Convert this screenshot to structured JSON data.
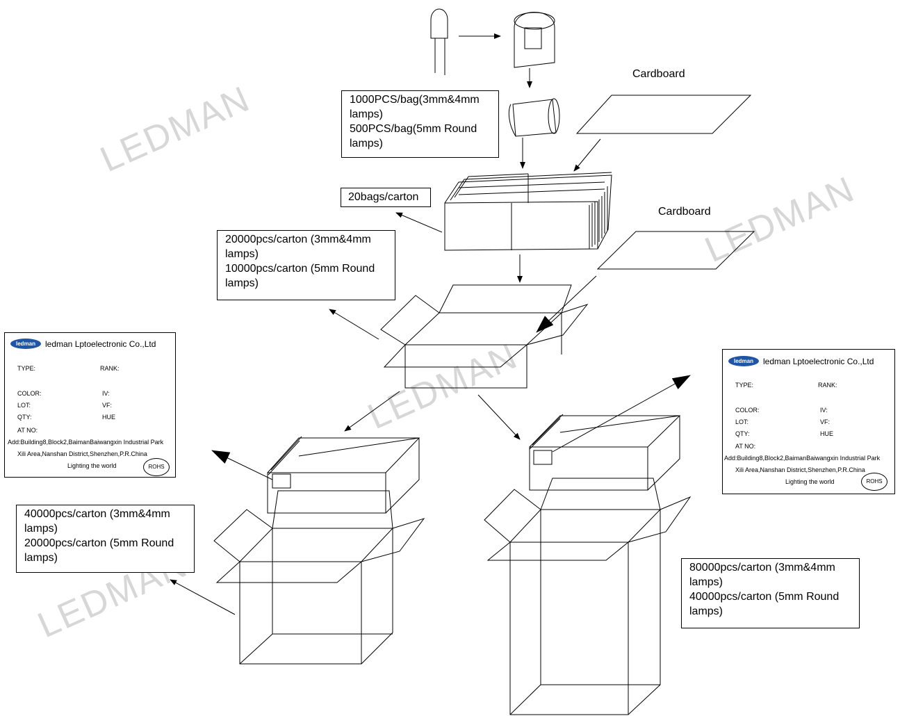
{
  "watermark": "LEDMAN",
  "cardboard_label": "Cardboard",
  "bag_box": {
    "lines": [
      "1000PCS/bag(3mm&4mm",
      "lamps)",
      "500PCS/bag(5mm  Round",
      "lamps)"
    ]
  },
  "bags_per_carton": "20bags/carton",
  "carton1_box": {
    "lines": [
      "20000pcs/carton (3mm&4mm",
      "lamps)",
      "10000pcs/carton (5mm Round",
      "lamps)"
    ]
  },
  "carton2_box": {
    "lines": [
      "40000pcs/carton (3mm&4mm",
      "lamps)",
      "20000pcs/carton (5mm Round",
      "lamps)"
    ]
  },
  "carton3_box": {
    "lines": [
      "80000pcs/carton (3mm&4mm",
      "lamps)",
      "40000pcs/carton (5mm Round",
      "lamps)"
    ]
  },
  "shipping_label": {
    "logo_text": "ledman",
    "company": "ledman Lptoelectronic Co.,Ltd",
    "type": "TYPE:",
    "rank": "RANK:",
    "color": "COLOR:",
    "iv": "IV:",
    "lot": "LOT:",
    "vf": "VF:",
    "qty": "QTY:",
    "hue": "HUE",
    "at_no": "AT NO:",
    "address1": "Add:Building8,Block2,BaimanBaiwangxin Industrial Park",
    "address2": "Xili Area,Nanshan District,Shenzhen,P.R.China",
    "slogan": "Lighting the world",
    "rohs": "ROHS"
  }
}
